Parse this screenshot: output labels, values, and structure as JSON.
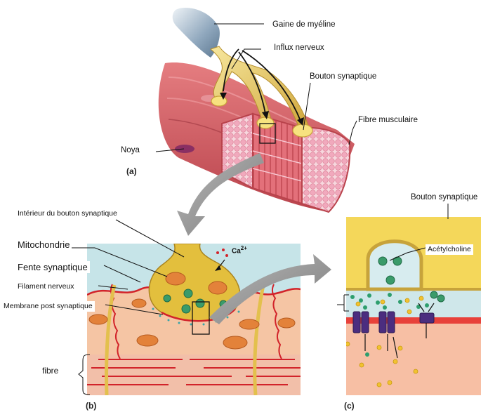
{
  "labels": {
    "myelin_sheath": "Gaine de myéline",
    "nerve_impulse": "Influx nerveux",
    "synaptic_button_a": "Bouton synaptique",
    "muscle_fiber": "Fibre musculaire",
    "nucleus": "Noya",
    "button_interior": "Intérieur du bouton synaptique",
    "mitochondria": "Mitochondrie",
    "synaptic_cleft": "Fente synaptique",
    "nerve_filament": "Filament nerveux",
    "postsynaptic_membrane": "Membrane post synaptique",
    "fiber": "fibre",
    "synaptic_button_c": "Bouton synaptique",
    "acetylcholine": "Acétylcholine",
    "calcium": "Ca",
    "calcium_charge": "2+"
  },
  "panels": {
    "a": "(a)",
    "b": "(b)",
    "c": "(c)"
  },
  "colors": {
    "muscle": "#d9656b",
    "muscle_dark": "#b2404a",
    "myofibril": "#f4b9c7",
    "nerve": "#e9d37a",
    "nerve_dark": "#c9a33b",
    "myelin": "#8fa7bd",
    "cleft": "#bfe3e6",
    "tissue": "#f5c6a6",
    "mitochondria": "#e3823a",
    "membrane": "#d2232a",
    "channel": "#4b2d7f",
    "vesicle": "#3a9b6a",
    "ion": "#f2c230",
    "arrow": "#8c8c8c"
  }
}
